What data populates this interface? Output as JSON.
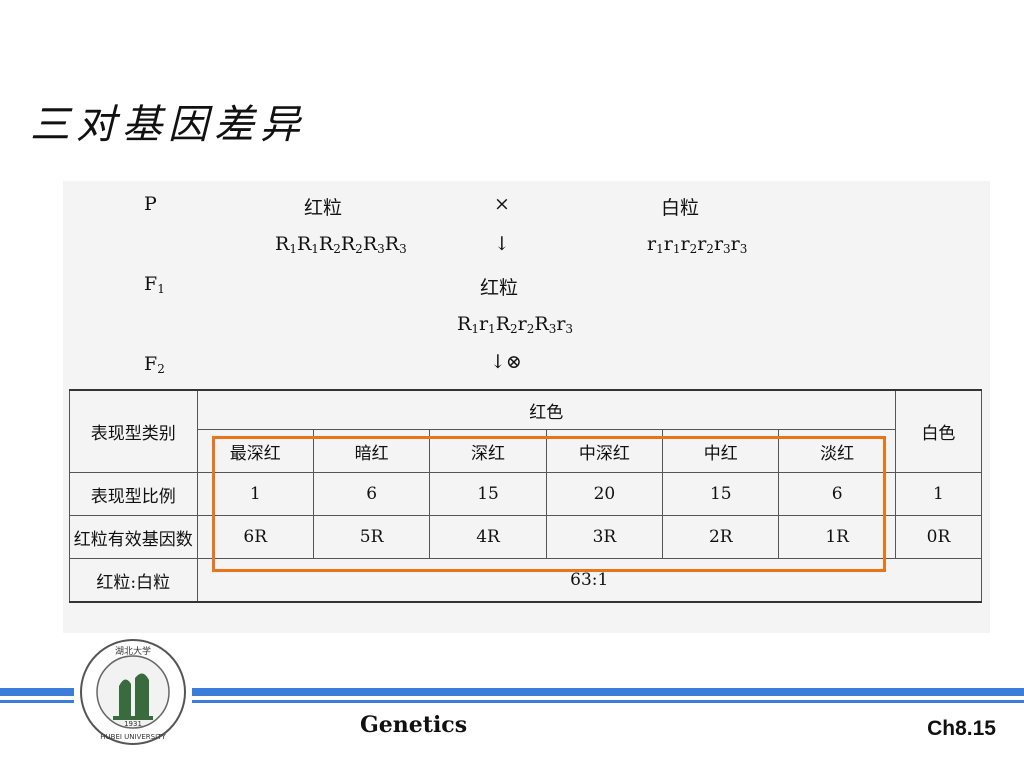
{
  "slide": {
    "title": "三对基因差异",
    "footer_center": "Genetics",
    "footer_right": "Ch8.15"
  },
  "cross_scheme": {
    "p_label": "P",
    "p_female": "红粒",
    "cross_symbol": "×",
    "p_male": "白粒",
    "p_female_genotype": [
      "R1",
      "R1",
      "R2",
      "R2",
      "R3",
      "R3"
    ],
    "p_male_genotype": [
      "r1",
      "r1",
      "r2",
      "r2",
      "r3",
      "r3"
    ],
    "arrow1": "↓",
    "f1_label": "F1",
    "f1_phenotype": "红粒",
    "f1_genotype": [
      "R1",
      "r1",
      "R2",
      "r2",
      "R3",
      "r3"
    ],
    "f2_label": "F2",
    "arrow2": "↓⊗"
  },
  "table": {
    "row_labels": [
      "表现型类别",
      "表现型比例",
      "红粒有效基因数",
      "红粒:白粒"
    ],
    "red_group_header": "红色",
    "white_header": "白色",
    "categories": [
      "最深红",
      "暗红",
      "深红",
      "中深红",
      "中红",
      "淡红"
    ],
    "ratios": [
      "1",
      "6",
      "15",
      "20",
      "15",
      "6"
    ],
    "white_ratio": "1",
    "effective_genes": [
      "6R",
      "5R",
      "4R",
      "3R",
      "2R",
      "1R"
    ],
    "white_genes": "0R",
    "red_white_ratio": "63:1"
  },
  "logo": {
    "text_top": "湖北大学",
    "year": "1931",
    "text_bottom": "HUBEI UNIVERSITY"
  },
  "colors": {
    "accent_blue": "#3c7dd9",
    "highlight_orange": "#e8741c"
  }
}
